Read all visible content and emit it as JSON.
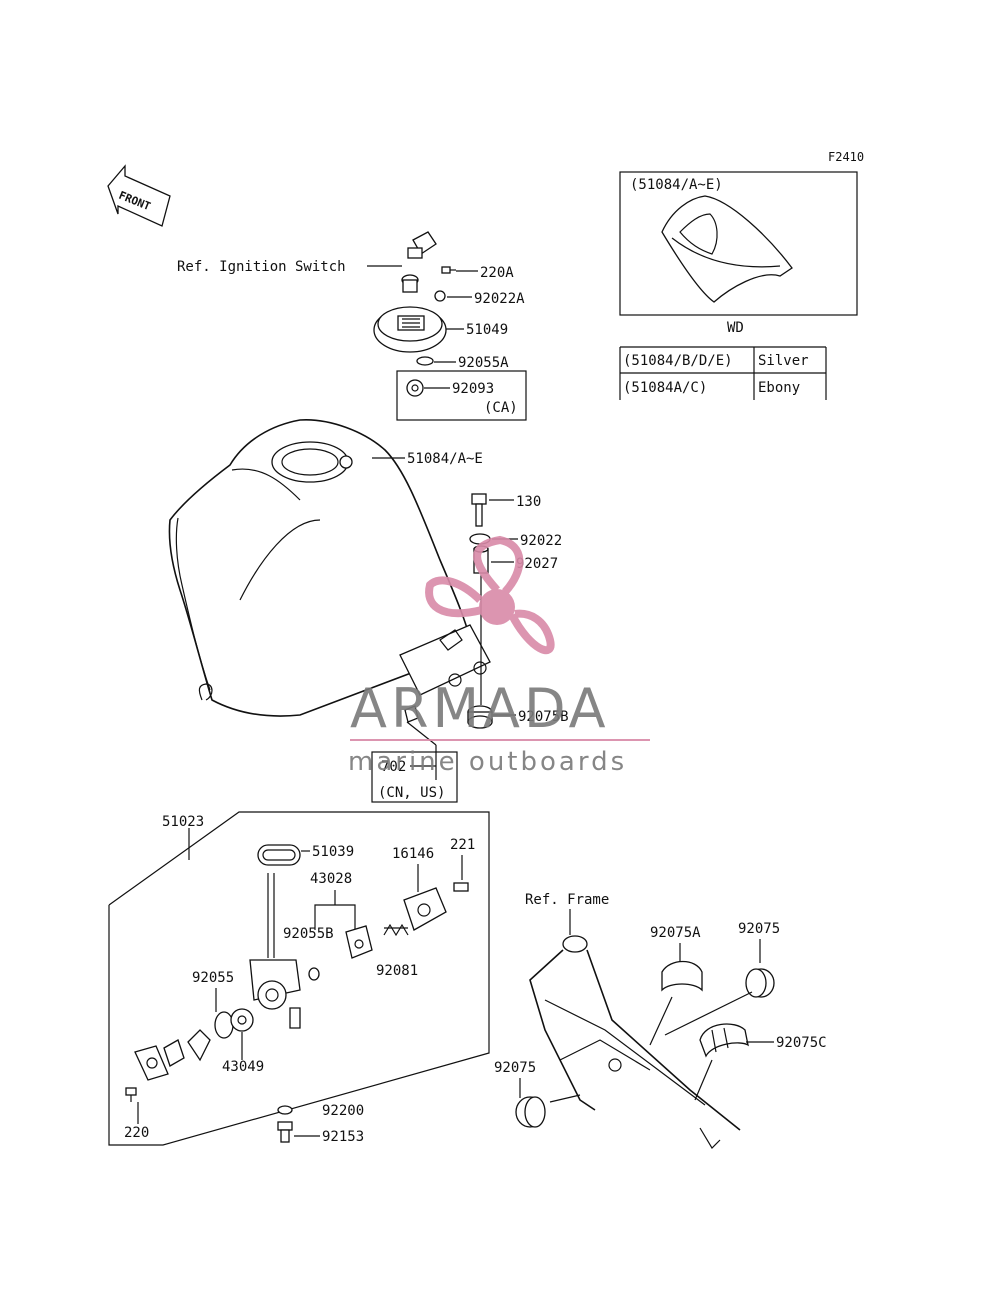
{
  "figure_code": "F2410",
  "front_label": "FRONT",
  "inset": {
    "ref": "(51084/A~E)",
    "caption": "WD",
    "color_table": [
      {
        "part": "(51084/B/D/E)",
        "color": "Silver"
      },
      {
        "part": "(51084A/C)",
        "color": "Ebony"
      }
    ]
  },
  "labels": {
    "ref_ignition": "Ref. Ignition Switch",
    "p220A": "220A",
    "p92022A": "92022A",
    "p51049": "51049",
    "p92055A": "92055A",
    "p92093": "92093",
    "ca": "(CA)",
    "tank": "51084/A~E",
    "p130": "130",
    "p92022": "92022",
    "p92027": "92027",
    "p92075B": "92075B",
    "p702": "702",
    "cn_us": "(CN, US)",
    "p51023": "51023",
    "p51039": "51039",
    "p16146": "16146",
    "p221": "221",
    "p43028": "43028",
    "p92055B": "92055B",
    "p92081": "92081",
    "p92055": "92055",
    "p43049": "43049",
    "p220": "220",
    "p92200": "92200",
    "p92153": "92153",
    "ref_frame": "Ref. Frame",
    "p92075A": "92075A",
    "p92075_top": "92075",
    "p92075C": "92075C",
    "p92075_left": "92075"
  },
  "watermark": {
    "brand": "ARMADA",
    "tagline": "marine outboards",
    "accent_color": "#d98aa8"
  }
}
